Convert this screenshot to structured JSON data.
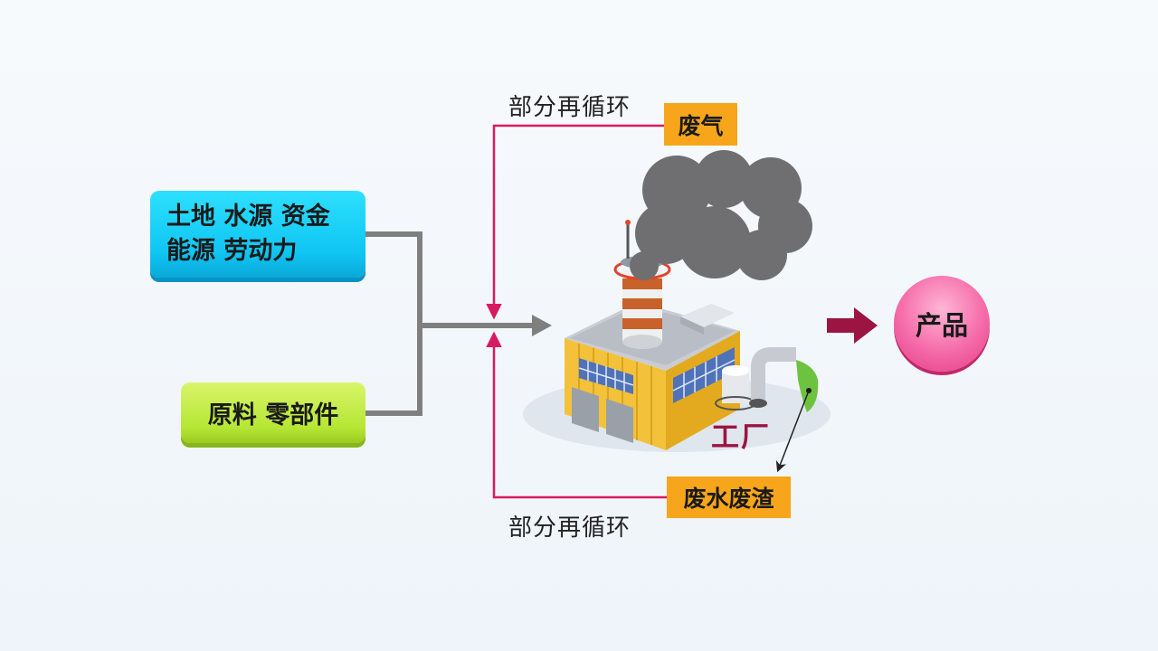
{
  "inputs": {
    "resources_line1": "土地 水源 资金",
    "resources_line2": "能源 劳动力",
    "materials": "原料 零部件"
  },
  "outputs": {
    "exhaust": "废气",
    "wastewater": "废水废渣",
    "product": "产品"
  },
  "factory_label": "工厂",
  "recycle_label_top": "部分再循环",
  "recycle_label_bottom": "部分再循环",
  "colors": {
    "resources_box": "#10c6f2",
    "materials_box": "#b6e634",
    "tag": "#f7a51a",
    "recycle_line": "#d81b60",
    "flow_line": "#7f7f7f",
    "product": "#f56aa8",
    "factory_text": "#9c1441",
    "product_arrow": "#9c1441"
  }
}
